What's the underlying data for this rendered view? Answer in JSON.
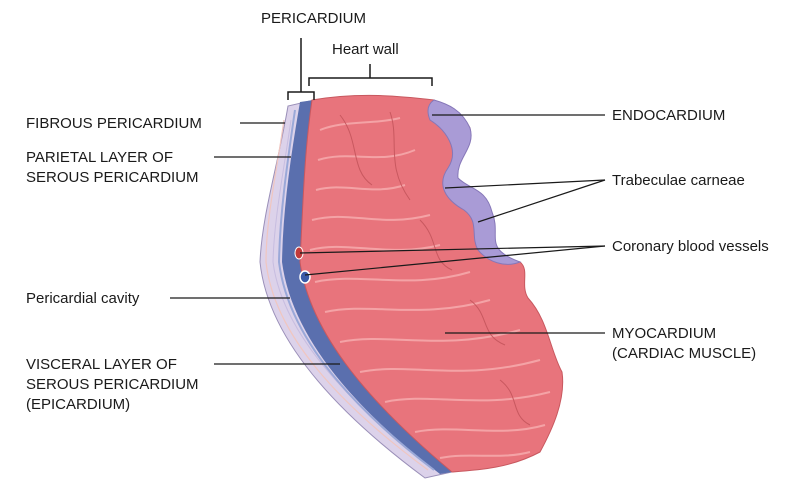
{
  "diagram": {
    "labels": {
      "pericardium": "PERICARDIUM",
      "heart_wall": "Heart wall",
      "fibrous_pericardium": "FIBROUS PERICARDIUM",
      "parietal_line1": "PARIETAL LAYER OF",
      "parietal_line2": "SEROUS PERICARDIUM",
      "pericardial_cavity": "Pericardial cavity",
      "visceral_line1": "VISCERAL LAYER OF",
      "visceral_line2": "SEROUS PERICARDIUM",
      "visceral_line3": "(EPICARDIUM)",
      "endocardium": "ENDOCARDIUM",
      "trabeculae_carneae": "Trabeculae carneae",
      "coronary_blood_vessels": "Coronary blood vessels",
      "myocardium_line1": "MYOCARDIUM",
      "myocardium_line2": "(CARDIAC MUSCLE)"
    },
    "colors": {
      "muscle": "#e8747c",
      "muscle_light": "#f4a3a6",
      "endocardium": "#a99bd6",
      "fibrous": "#dcd2ea",
      "serous": "#5a6fae",
      "line": "#1a1a1a"
    }
  }
}
